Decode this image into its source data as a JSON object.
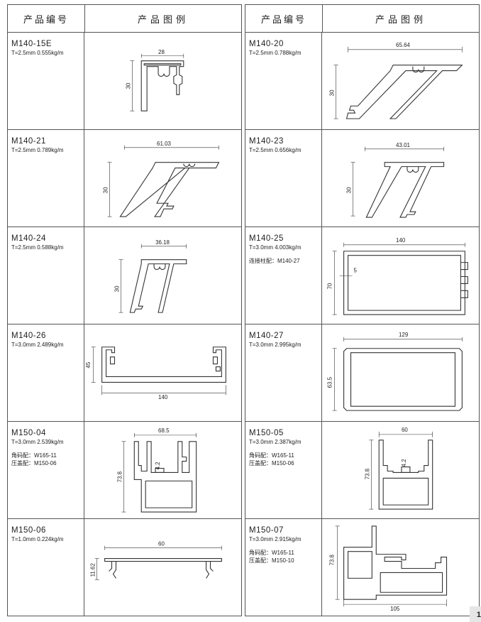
{
  "header": {
    "code_col": "产品编号",
    "figure_col": "产品图例"
  },
  "left": [
    {
      "code": "M140-15E",
      "spec": "T=2.5mm  0.555kg/m",
      "notes": [],
      "dims": [
        "28",
        "30"
      ]
    },
    {
      "code": "M140-21",
      "spec": "T=2.5mm  0.789kg/m",
      "notes": [],
      "dims": [
        "61.03",
        "30"
      ]
    },
    {
      "code": "M140-24",
      "spec": "T=2.5mm  0.588kg/m",
      "notes": [],
      "dims": [
        "36.18",
        "30"
      ]
    },
    {
      "code": "M140-26",
      "spec": "T=3.0mm  2.489kg/m",
      "notes": [],
      "dims": [
        "45",
        "140"
      ]
    },
    {
      "code": "M150-04",
      "spec": "T=3.0mm  2.539kg/m",
      "notes": [
        "角码配：W165-11",
        "压盖配：M150-06"
      ],
      "dims": [
        "68.5",
        "73.8",
        "4.2"
      ]
    },
    {
      "code": "M150-06",
      "spec": "T=1.0mm  0.224kg/m",
      "notes": [],
      "dims": [
        "60",
        "11.62"
      ]
    }
  ],
  "right": [
    {
      "code": "M140-20",
      "spec": "T=2.5mm  0.788kg/m",
      "notes": [],
      "dims": [
        "65.64",
        "30"
      ]
    },
    {
      "code": "M140-23",
      "spec": "T=2.5mm  0.656kg/m",
      "notes": [],
      "dims": [
        "43.01",
        "30"
      ]
    },
    {
      "code": "M140-25",
      "spec": "T=3.0mm  4.003kg/m",
      "notes": [
        "连接柱配：M140-27"
      ],
      "dims": [
        "140",
        "5",
        "70"
      ]
    },
    {
      "code": "M140-27",
      "spec": "T=3.0mm  2.995kg/m",
      "notes": [],
      "dims": [
        "129",
        "63.5"
      ]
    },
    {
      "code": "M150-05",
      "spec": "T=3.0mm  2.387kg/m",
      "notes": [
        "角码配：W165-11",
        "压盖配：M150-06"
      ],
      "dims": [
        "60",
        "73.8",
        "4.2"
      ]
    },
    {
      "code": "M150-07",
      "spec": "T=3.0mm  2.915kg/m",
      "notes": [
        "角码配：W165-11",
        "压盖配：M150-10"
      ],
      "dims": [
        "73.8",
        "105"
      ]
    }
  ],
  "page_number": "1"
}
